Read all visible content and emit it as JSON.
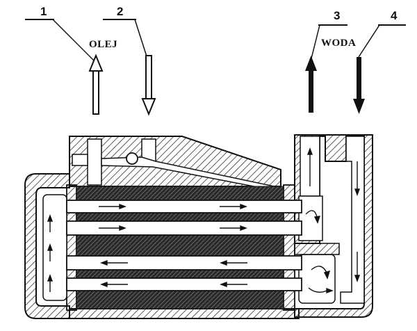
{
  "diagram": {
    "callouts": [
      {
        "id": "1",
        "label": "1"
      },
      {
        "id": "2",
        "label": "2"
      },
      {
        "id": "3",
        "label": "3"
      },
      {
        "id": "4",
        "label": "4"
      }
    ],
    "labels": {
      "oil": "OLEJ",
      "water": "WODA"
    },
    "colors": {
      "ink": "#111111",
      "hatch": "#333333",
      "tube_core": "#2a2a2a",
      "background": "#ffffff"
    }
  }
}
